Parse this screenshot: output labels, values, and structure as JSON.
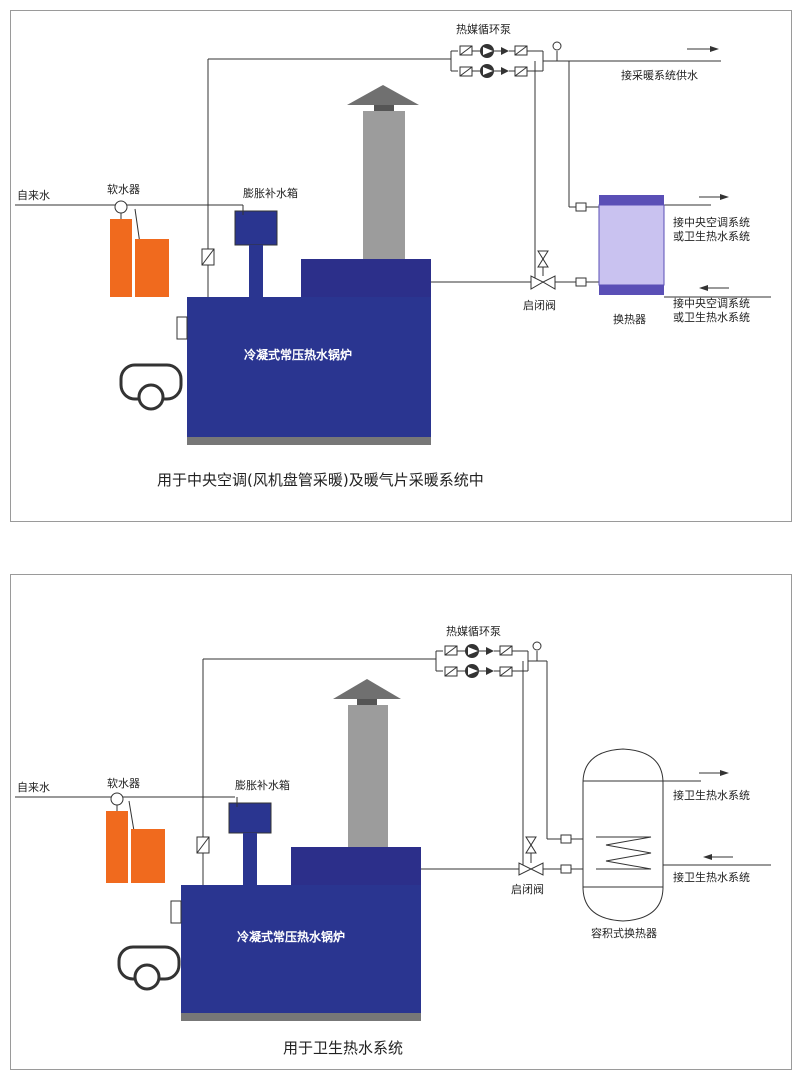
{
  "colors": {
    "boiler": "#2a3590",
    "boiler_top": "#2c2f8a",
    "boiler_base": "#777777",
    "chimney": "#9c9c9c",
    "chimney_cap": "#707070",
    "softener": "#f06a1e",
    "tank": "#2a3590",
    "hx": "#c9c2f0",
    "hx_cap": "#5a4fb6",
    "burner": "#555555"
  },
  "panel1": {
    "caption": "用于中央空调(风机盘管采暖)及暖气片采暖系统中",
    "pump_label": "热媒循环泵",
    "supply_label": "接采暖系统供水",
    "tap_water": "自来水",
    "softener": "软水器",
    "expansion_tank": "膨胀补水箱",
    "boiler": "冷凝式常压热水锅炉",
    "valve": "启闭阀",
    "hx": "换热器",
    "out_line1": "接中央空调系统",
    "out_line2": "或卫生热水系统",
    "in_line1": "接中央空调系统",
    "in_line2": "或卫生热水系统"
  },
  "panel2": {
    "caption": "用于卫生热水系统",
    "pump_label": "热媒循环泵",
    "tap_water": "自来水",
    "softener": "软水器",
    "expansion_tank": "膨胀补水箱",
    "boiler": "冷凝式常压热水锅炉",
    "valve": "启闭阀",
    "hx": "容积式换热器",
    "out_label": "接卫生热水系统",
    "in_label": "接卫生热水系统"
  }
}
